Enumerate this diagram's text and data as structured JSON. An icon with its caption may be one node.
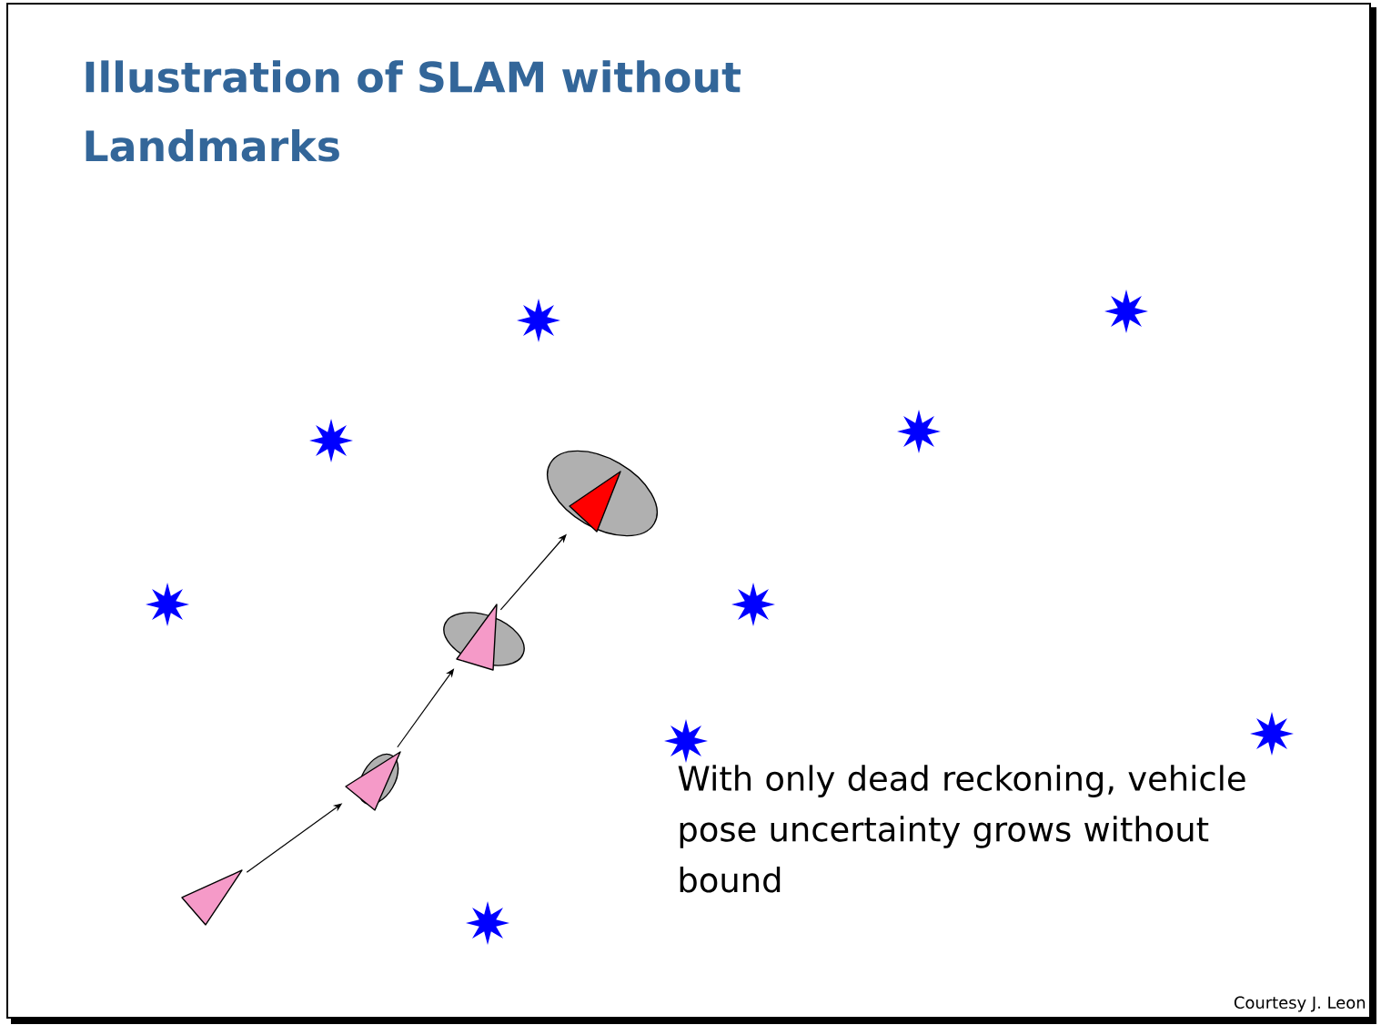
{
  "diagram": {
    "title": "Illustration of SLAM without Landmarks",
    "nodes": [
      {
        "text": [],
        "shape": "triangle"
      },
      {
        "text": [],
        "shape": "triangle"
      },
      {
        "text": [],
        "shape": "triangle"
      },
      {
        "text": [],
        "shape": "triangle"
      }
    ],
    "edges": [
      {
        "from": 0,
        "to": 1,
        "arrow": "to"
      },
      {
        "from": 1,
        "to": 2,
        "arrow": "to"
      },
      {
        "from": 2,
        "to": 3,
        "arrow": "to"
      }
    ],
    "labels": [
      "With only dead reckoning, vehicle pose uncertainty grows without bound",
      "Courtesy J. Leon"
    ]
  }
}
